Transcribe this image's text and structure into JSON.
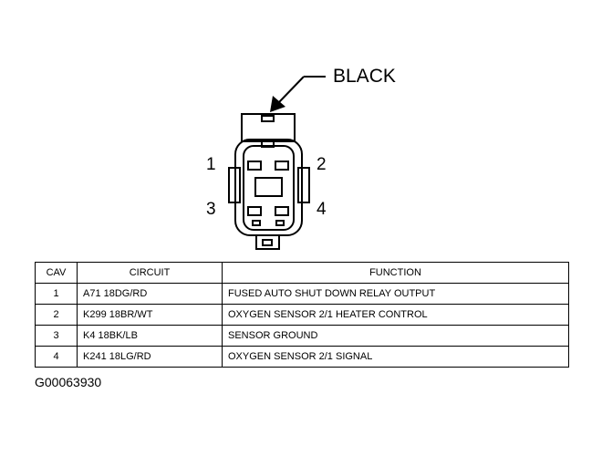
{
  "connector": {
    "color_label": "BLACK",
    "cavity_labels": [
      "1",
      "2",
      "3",
      "4"
    ]
  },
  "table": {
    "headers": {
      "cav": "CAV",
      "circuit": "CIRCUIT",
      "function": "FUNCTION"
    },
    "rows": [
      {
        "cav": "1",
        "circuit": "A71 18DG/RD",
        "function": "FUSED AUTO SHUT DOWN RELAY OUTPUT"
      },
      {
        "cav": "2",
        "circuit": "K299 18BR/WT",
        "function": "OXYGEN SENSOR 2/1 HEATER CONTROL"
      },
      {
        "cav": "3",
        "circuit": "K4 18BK/LB",
        "function": "SENSOR GROUND"
      },
      {
        "cav": "4",
        "circuit": "K241 18LG/RD",
        "function": "OXYGEN SENSOR 2/1 SIGNAL"
      }
    ]
  },
  "figure_id": "G00063930"
}
